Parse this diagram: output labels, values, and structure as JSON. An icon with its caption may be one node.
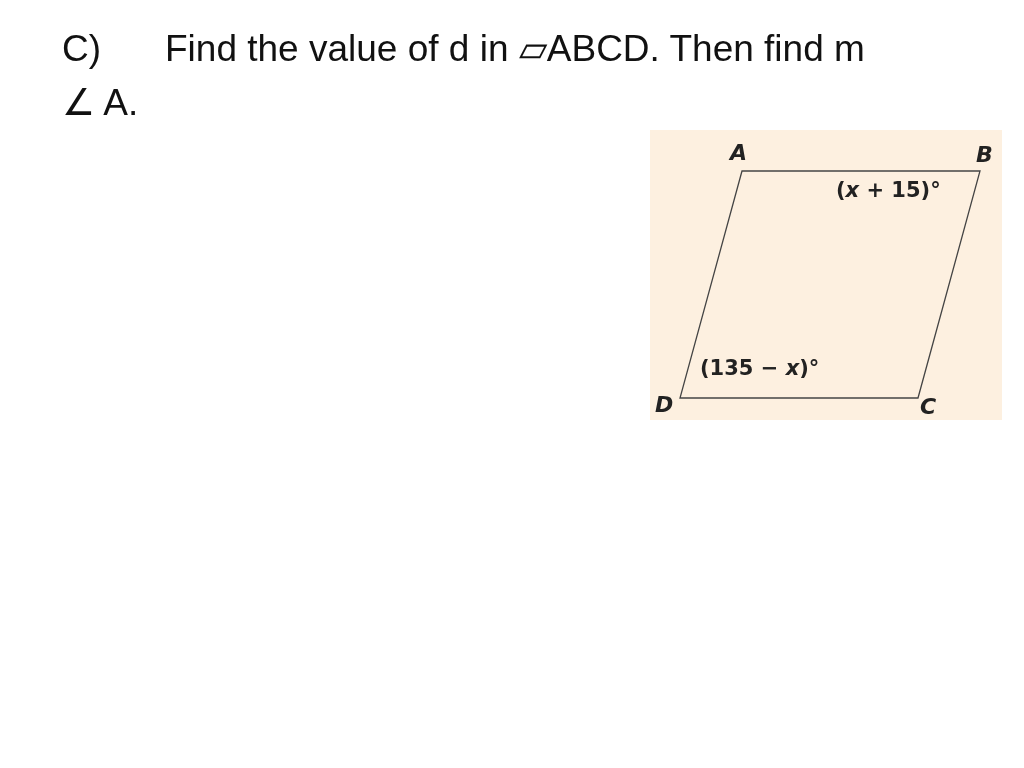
{
  "diagram": {
    "labels": [
      "C)",
      "Find the value of d in ▱ABCD. Then find m ∠ A.",
      "A",
      "B",
      "(*x* + 15)°",
      "(135 − *x*)°",
      "D",
      "C"
    ]
  }
}
